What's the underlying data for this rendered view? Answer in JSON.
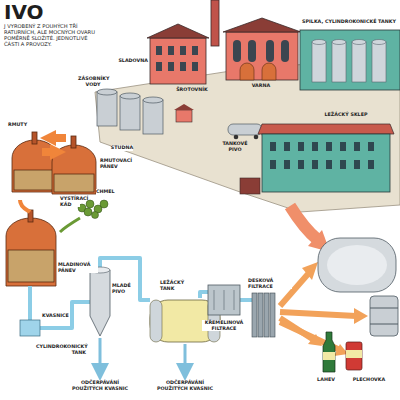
{
  "diagram": {
    "title": "IVO",
    "labels": [
      "J VYROBENÝ Z POUHÝCH TŘÍ RATURNÍCH, ALE MOCNÝCH OVARU POMĚRNĚ SLOŽITÉ. JEDNOTLIVÉ ČÁSTI A PROVOZY.",
      "SLADOVNA",
      "ZÁSOBNÍKY VODY",
      "ŠROTOVNÍK",
      "VARNA",
      "SPILKA, CYLINDROKONICKÉ TANKY",
      "STUDNA",
      "TANKOVÉ PIVO",
      "LEŽÁCKÝ SKLEP",
      "RMUTY",
      "RMUTOVACÍ PÁNEV",
      "VYSTÍRACÍ KÁD",
      "CHMEL",
      "MLADINOVÁ PÁNEV",
      "KVASNICE",
      "CYLINDROKONICKÝ TANK",
      "MLADÉ PIVO",
      "LEŽÁCKÝ TANK",
      "DESKOVÁ FILTRACE",
      "KŘEMELINOVÁ FILTRACE",
      "ODČERPÁVÁNÍ POUŽITÝCH KVASNIC",
      "ODČERPÁVÁNÍ POUŽITÝCH KVASNIC",
      "LAHEV",
      "PLECHOVKA"
    ]
  }
}
